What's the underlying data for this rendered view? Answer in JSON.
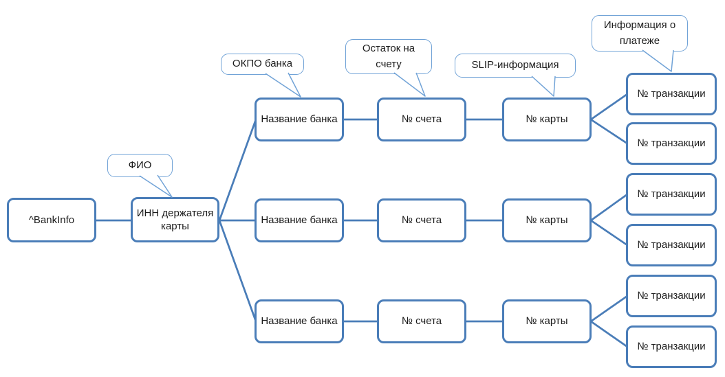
{
  "colors": {
    "canvas_background": "#ffffff",
    "node_fill": "#ffffff",
    "node_border": "#4a7db8",
    "connector": "#4a7db8",
    "callout_border": "#71a3d7",
    "text": "#1c1c1c"
  },
  "diagram": {
    "type": "tree",
    "orientation": "left-to-right",
    "hierarchy": {
      "label": "^BankInfo",
      "children": [
        {
          "label": "ИНН держателя карты",
          "annotation": "ФИО",
          "children": [
            {
              "label": "Название банка",
              "annotation": "ОКПО банка",
              "children": [
                {
                  "label": "№ счета",
                  "annotation": "Остаток на счету",
                  "children": [
                    {
                      "label": "№ карты",
                      "annotation": "SLIP-информация",
                      "children": [
                        {
                          "label": "№ транзакции",
                          "annotation": "Информация о платеже"
                        },
                        {
                          "label": "№ транзакции"
                        }
                      ]
                    }
                  ]
                }
              ]
            },
            {
              "label": "Название банка",
              "children": [
                {
                  "label": "№ счета",
                  "children": [
                    {
                      "label": "№ карты",
                      "children": [
                        {
                          "label": "№ транзакции"
                        },
                        {
                          "label": "№ транзакции"
                        }
                      ]
                    }
                  ]
                }
              ]
            },
            {
              "label": "Название банка",
              "children": [
                {
                  "label": "№ счета",
                  "children": [
                    {
                      "label": "№ карты",
                      "children": [
                        {
                          "label": "№ транзакции"
                        },
                        {
                          "label": "№ транзакции"
                        }
                      ]
                    }
                  ]
                }
              ]
            }
          ]
        }
      ]
    }
  }
}
